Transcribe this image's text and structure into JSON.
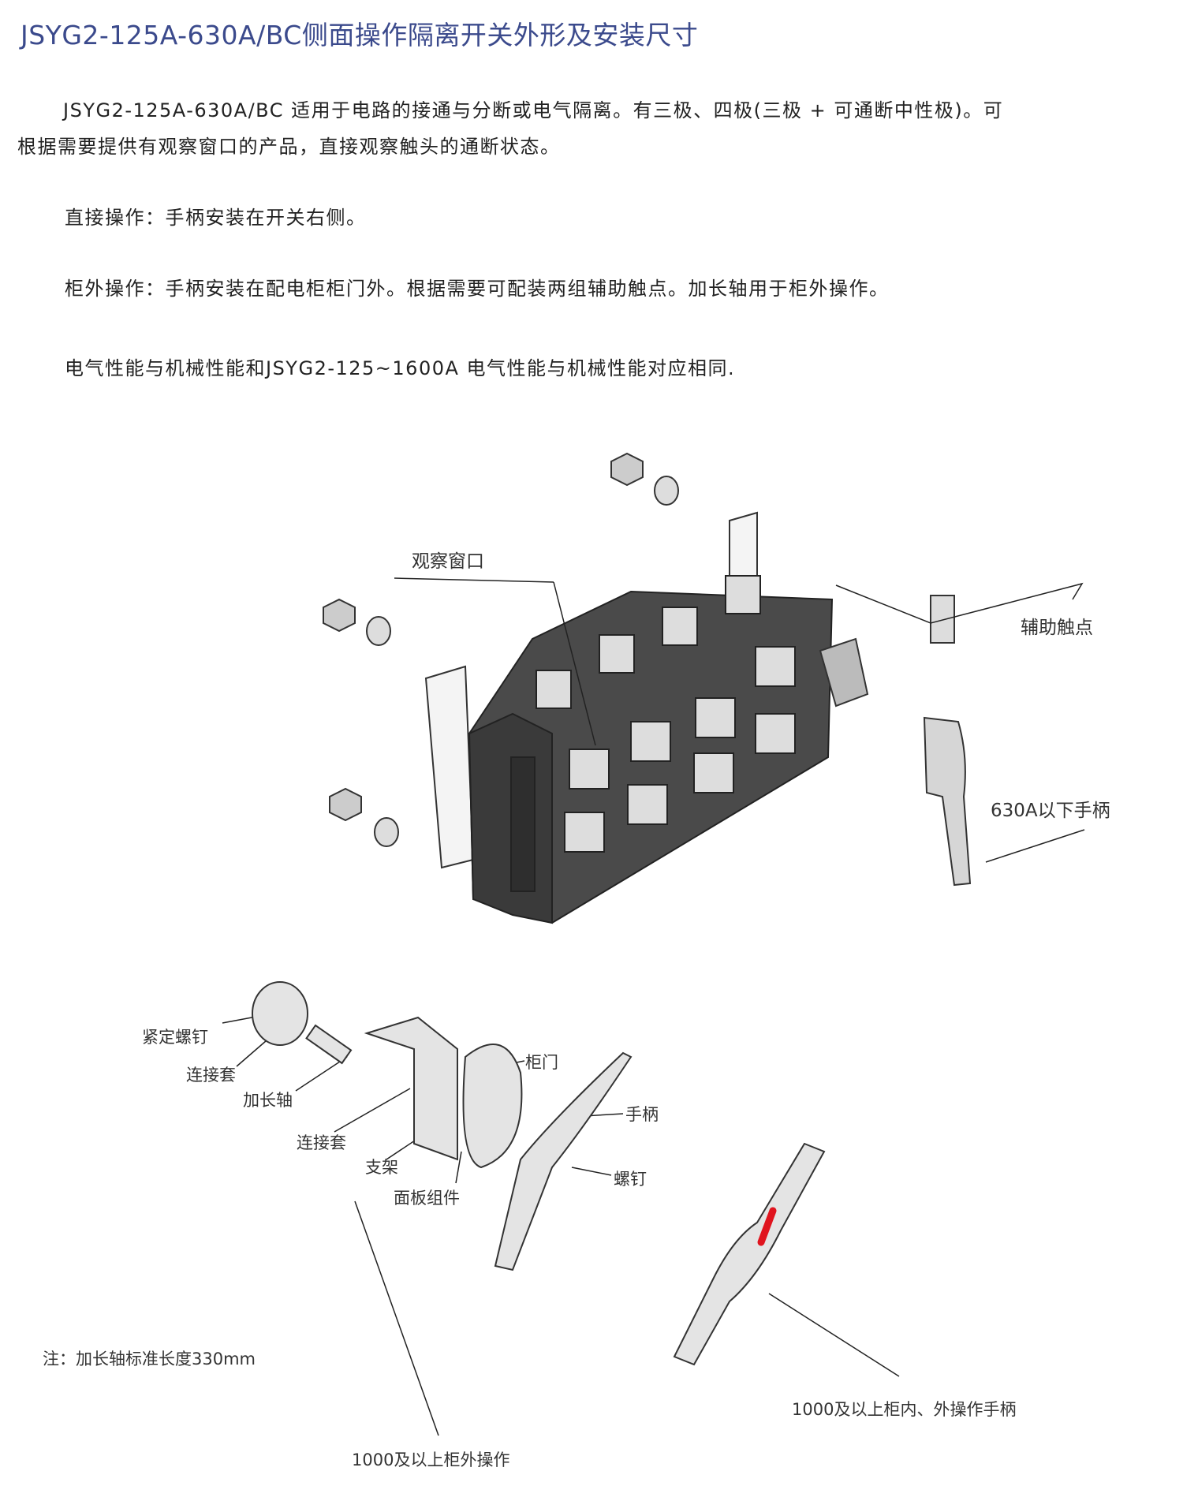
{
  "title": "JSYG2-125A-630A/BC侧面操作隔离开关外形及安装尺寸",
  "intro": {
    "line1": "JSYG2-125A-630A/BC 适用于电路的接通与分断或电气隔离。有三极、四极(三极 + 可通断中性极)。可",
    "line2": "根据需要提供有观察窗口的产品，直接观察触头的通断状态。"
  },
  "direct_operation": "直接操作：手柄安装在开关右侧。",
  "external_operation": "柜外操作：手柄安装在配电柜柜门外。根据需要可配装两组辅助触点。加长轴用于柜外操作。",
  "performance": "电气性能与机械性能和JSYG2-125~1600A 电气性能与机械性能对应相同.",
  "diagram_top": {
    "window_label": "观察窗口",
    "aux_contact_label": "辅助触点",
    "handle_label": "630A以下手柄"
  },
  "diagram_bottom": {
    "set_screw": "紧定螺钉",
    "coupling_1": "连接套",
    "extension_shaft": "加长轴",
    "coupling_2": "连接套",
    "bracket": "支架",
    "panel_assembly": "面板组件",
    "cabinet_door": "柜门",
    "handle": "手柄",
    "screw": "螺钉",
    "note": "注：加长轴标准长度330mm",
    "caption_left": "1000及以上柜外操作",
    "caption_right": "1000及以上柜内、外操作手柄"
  },
  "colors": {
    "title": "#3b4a8c",
    "body": "#505050",
    "accent": "#e0141e"
  }
}
